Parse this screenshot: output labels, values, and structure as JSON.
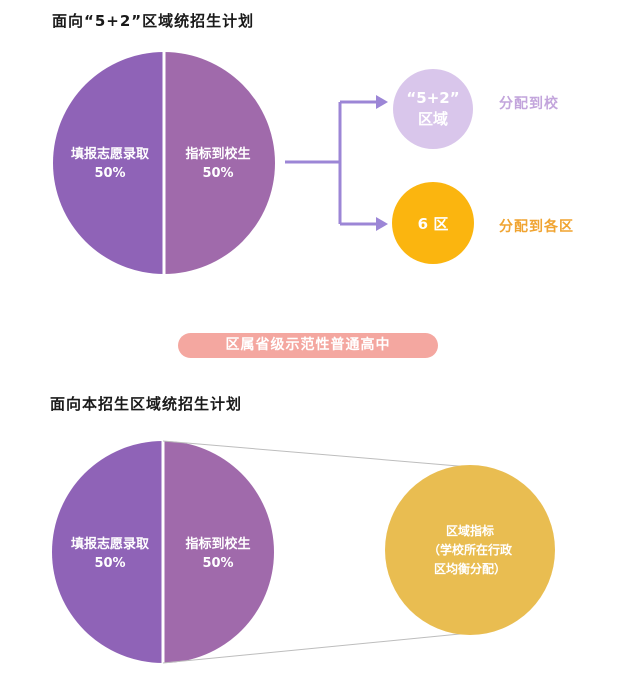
{
  "section1": {
    "title": "面向“5+2”区域统招生计划",
    "pie_left": {
      "line1": "填报志愿录取",
      "line2": "50%"
    },
    "pie_right": {
      "line1": "指标到校生",
      "line2": "50%"
    },
    "target_a": {
      "line1": "“5+2”",
      "line2": "区域",
      "label": "分配到校"
    },
    "target_b": {
      "text": "6 区",
      "label": "分配到各区"
    }
  },
  "band": "区属省级示范性普通高中",
  "section2": {
    "title": "面向本招生区域统招生计划",
    "pie_left": {
      "line1": "填报志愿录取",
      "line2": "50%"
    },
    "pie_right": {
      "line1": "指标到校生",
      "line2": "50%"
    },
    "quota": {
      "line1": "区域指标",
      "line2": "（学校所在行政",
      "line3": "区均衡分配）"
    }
  },
  "colors": {
    "pie_left": "#8f63b7",
    "pie_right": "#a06aab",
    "arrow": "#9c86d6",
    "circle_52": "#d9c6eb",
    "circle_6": "#fbb50f",
    "circle_quota": "#e9bd51",
    "label_52": "#c3a5dc",
    "label_6": "#f0a431",
    "band": "#f4a7a0"
  }
}
